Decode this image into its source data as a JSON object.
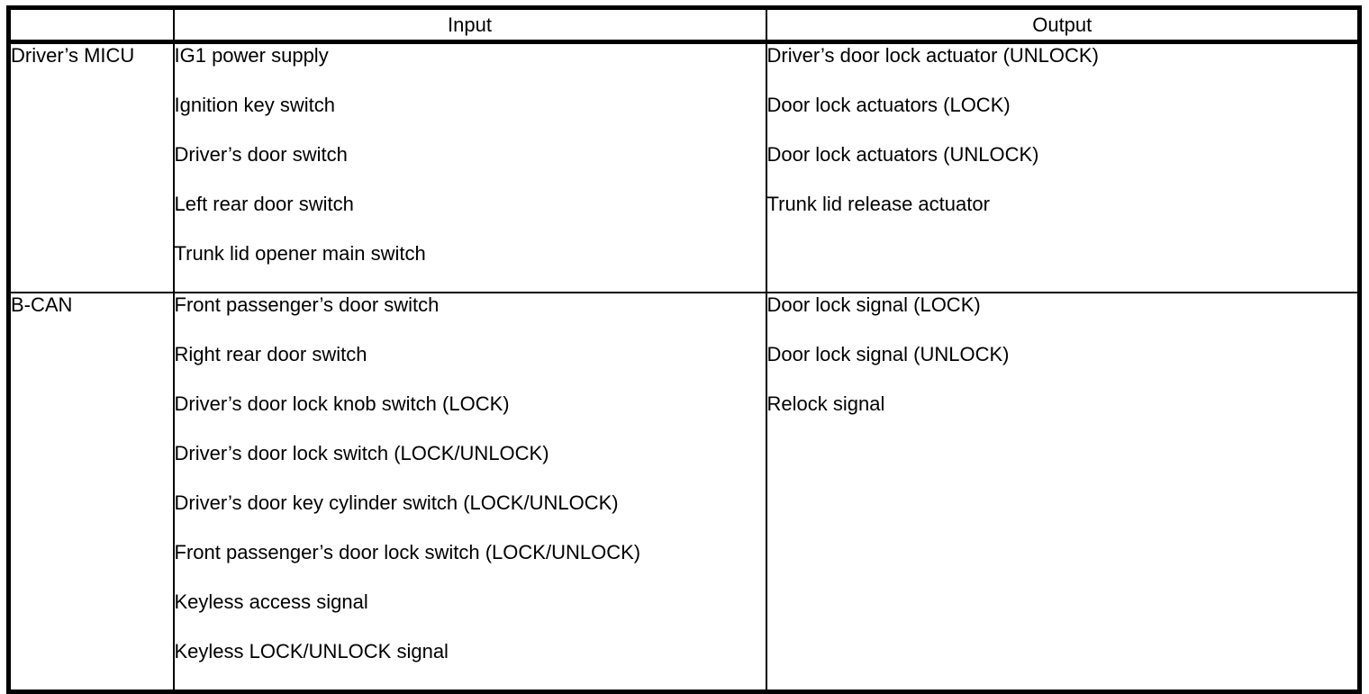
{
  "table": {
    "headers": {
      "unit": "",
      "input": "Input",
      "output": "Output"
    },
    "rows": [
      {
        "label": "Driver’s MICU",
        "inputs": [
          "IG1 power supply",
          "Ignition key switch",
          "Driver’s door switch",
          "Left rear door switch",
          "Trunk lid opener main switch"
        ],
        "outputs": [
          "Driver’s door lock actuator (UNLOCK)",
          "Door lock actuators (LOCK)",
          "Door lock actuators (UNLOCK)",
          "Trunk lid release actuator"
        ]
      },
      {
        "label": "B-CAN",
        "inputs": [
          "Front passenger’s door switch",
          "Right rear door switch",
          "Driver’s door lock knob switch (LOCK)",
          "Driver’s door lock switch (LOCK/UNLOCK)",
          "Driver’s door key cylinder switch (LOCK/UNLOCK)",
          "Front passenger’s door lock switch (LOCK/UNLOCK)",
          "Keyless access signal",
          "Keyless LOCK/UNLOCK signal"
        ],
        "outputs": [
          "Door lock signal (LOCK)",
          "Door lock signal (UNLOCK)",
          "Relock signal"
        ]
      }
    ]
  },
  "colors": {
    "border": "#000000",
    "text": "#000000",
    "background": "#ffffff"
  }
}
